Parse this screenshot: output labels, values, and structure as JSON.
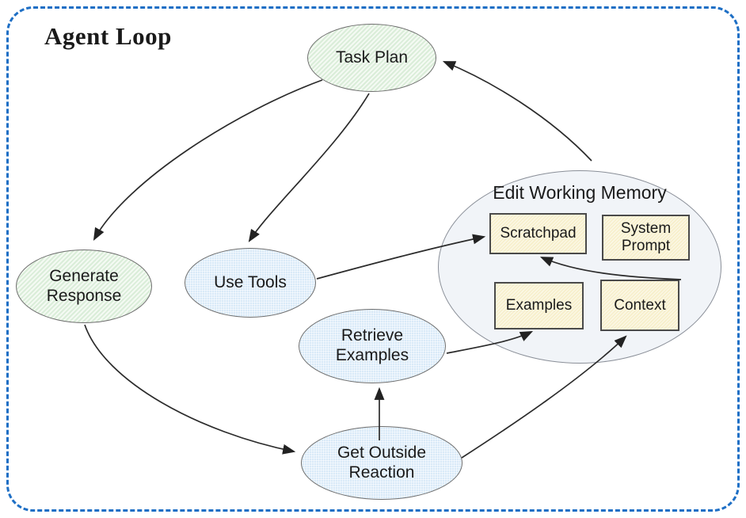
{
  "diagram": {
    "title": "Agent Loop",
    "nodes": {
      "task_plan": {
        "label": "Task Plan",
        "fill": "#e7f4e4"
      },
      "generate_response": {
        "label": "Generate Response",
        "fill": "#e7f4e4"
      },
      "use_tools": {
        "label": "Use Tools",
        "fill": "#d9eaf8"
      },
      "retrieve_examples": {
        "label": "Retrieve Examples",
        "fill": "#d9eaf8"
      },
      "get_outside_reaction": {
        "label": "Get Outside Reaction",
        "fill": "#d9eaf8"
      }
    },
    "working_memory": {
      "title": "Edit Working Memory",
      "fill": "#f1f4f8",
      "box_fill": "#f7efca",
      "boxes": {
        "scratchpad": {
          "label": "Scratchpad"
        },
        "system_prompt": {
          "label": "System Prompt"
        },
        "examples": {
          "label": "Examples"
        },
        "context": {
          "label": "Context"
        }
      }
    },
    "edges": [
      {
        "from": "Task Plan",
        "to": "Generate Response"
      },
      {
        "from": "Task Plan",
        "to": "Use Tools"
      },
      {
        "from": "Use Tools",
        "to": "Scratchpad"
      },
      {
        "from": "Context",
        "to": "Scratchpad"
      },
      {
        "from": "Retrieve Examples",
        "to": "Examples"
      },
      {
        "from": "Get Outside Reaction",
        "to": "Retrieve Examples"
      },
      {
        "from": "Get Outside Reaction",
        "to": "Context"
      },
      {
        "from": "Generate Response",
        "to": "Get Outside Reaction"
      },
      {
        "from": "Edit Working Memory",
        "to": "Task Plan"
      }
    ],
    "colors": {
      "frame_dash": "#1e6fc5",
      "arrow": "#2b2b2b",
      "text": "#1a1a1a",
      "node_border": "#6e6e6e",
      "box_border": "#4a4a4a"
    }
  }
}
